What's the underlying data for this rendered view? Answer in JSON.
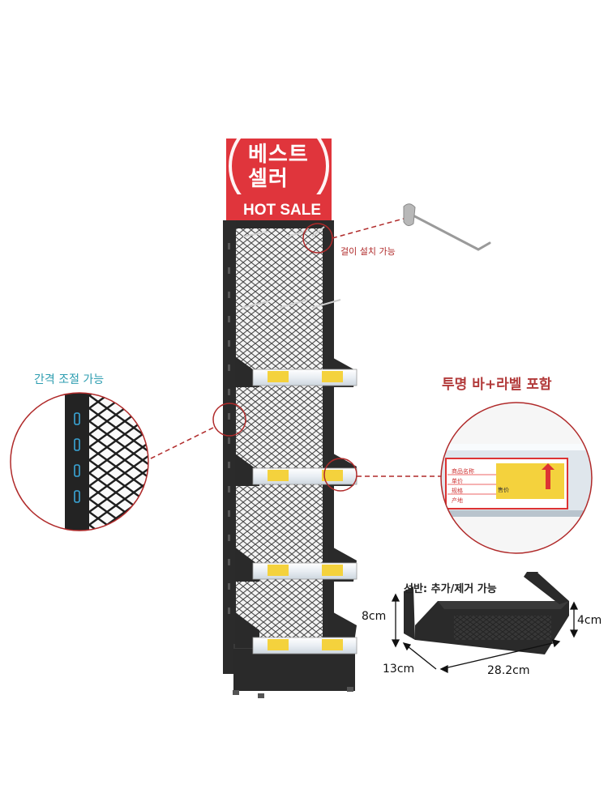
{
  "sign": {
    "line1": "베스트",
    "line2": "셀러",
    "hot_sale": "HOT SALE"
  },
  "callouts": {
    "hook": "걸이 설치 가능",
    "spacing": "간격 조절 가능",
    "transparent_bar": "투명 바+라벨 포함"
  },
  "shelf_detail": {
    "title": "선반: 추가/제거 가능",
    "height": "8cm",
    "lip_height": "4cm",
    "depth": "13cm",
    "width": "28.2cm"
  },
  "label_card": {
    "row1": "商品名称",
    "row2": "单价",
    "row3": "规格",
    "row4": "产地",
    "price_label": "售价"
  },
  "colors": {
    "frame": "#2a2a2a",
    "sign_red": "#e0353c",
    "callout_red": "#b02a2a",
    "spacing_teal": "#2d9db0"
  }
}
